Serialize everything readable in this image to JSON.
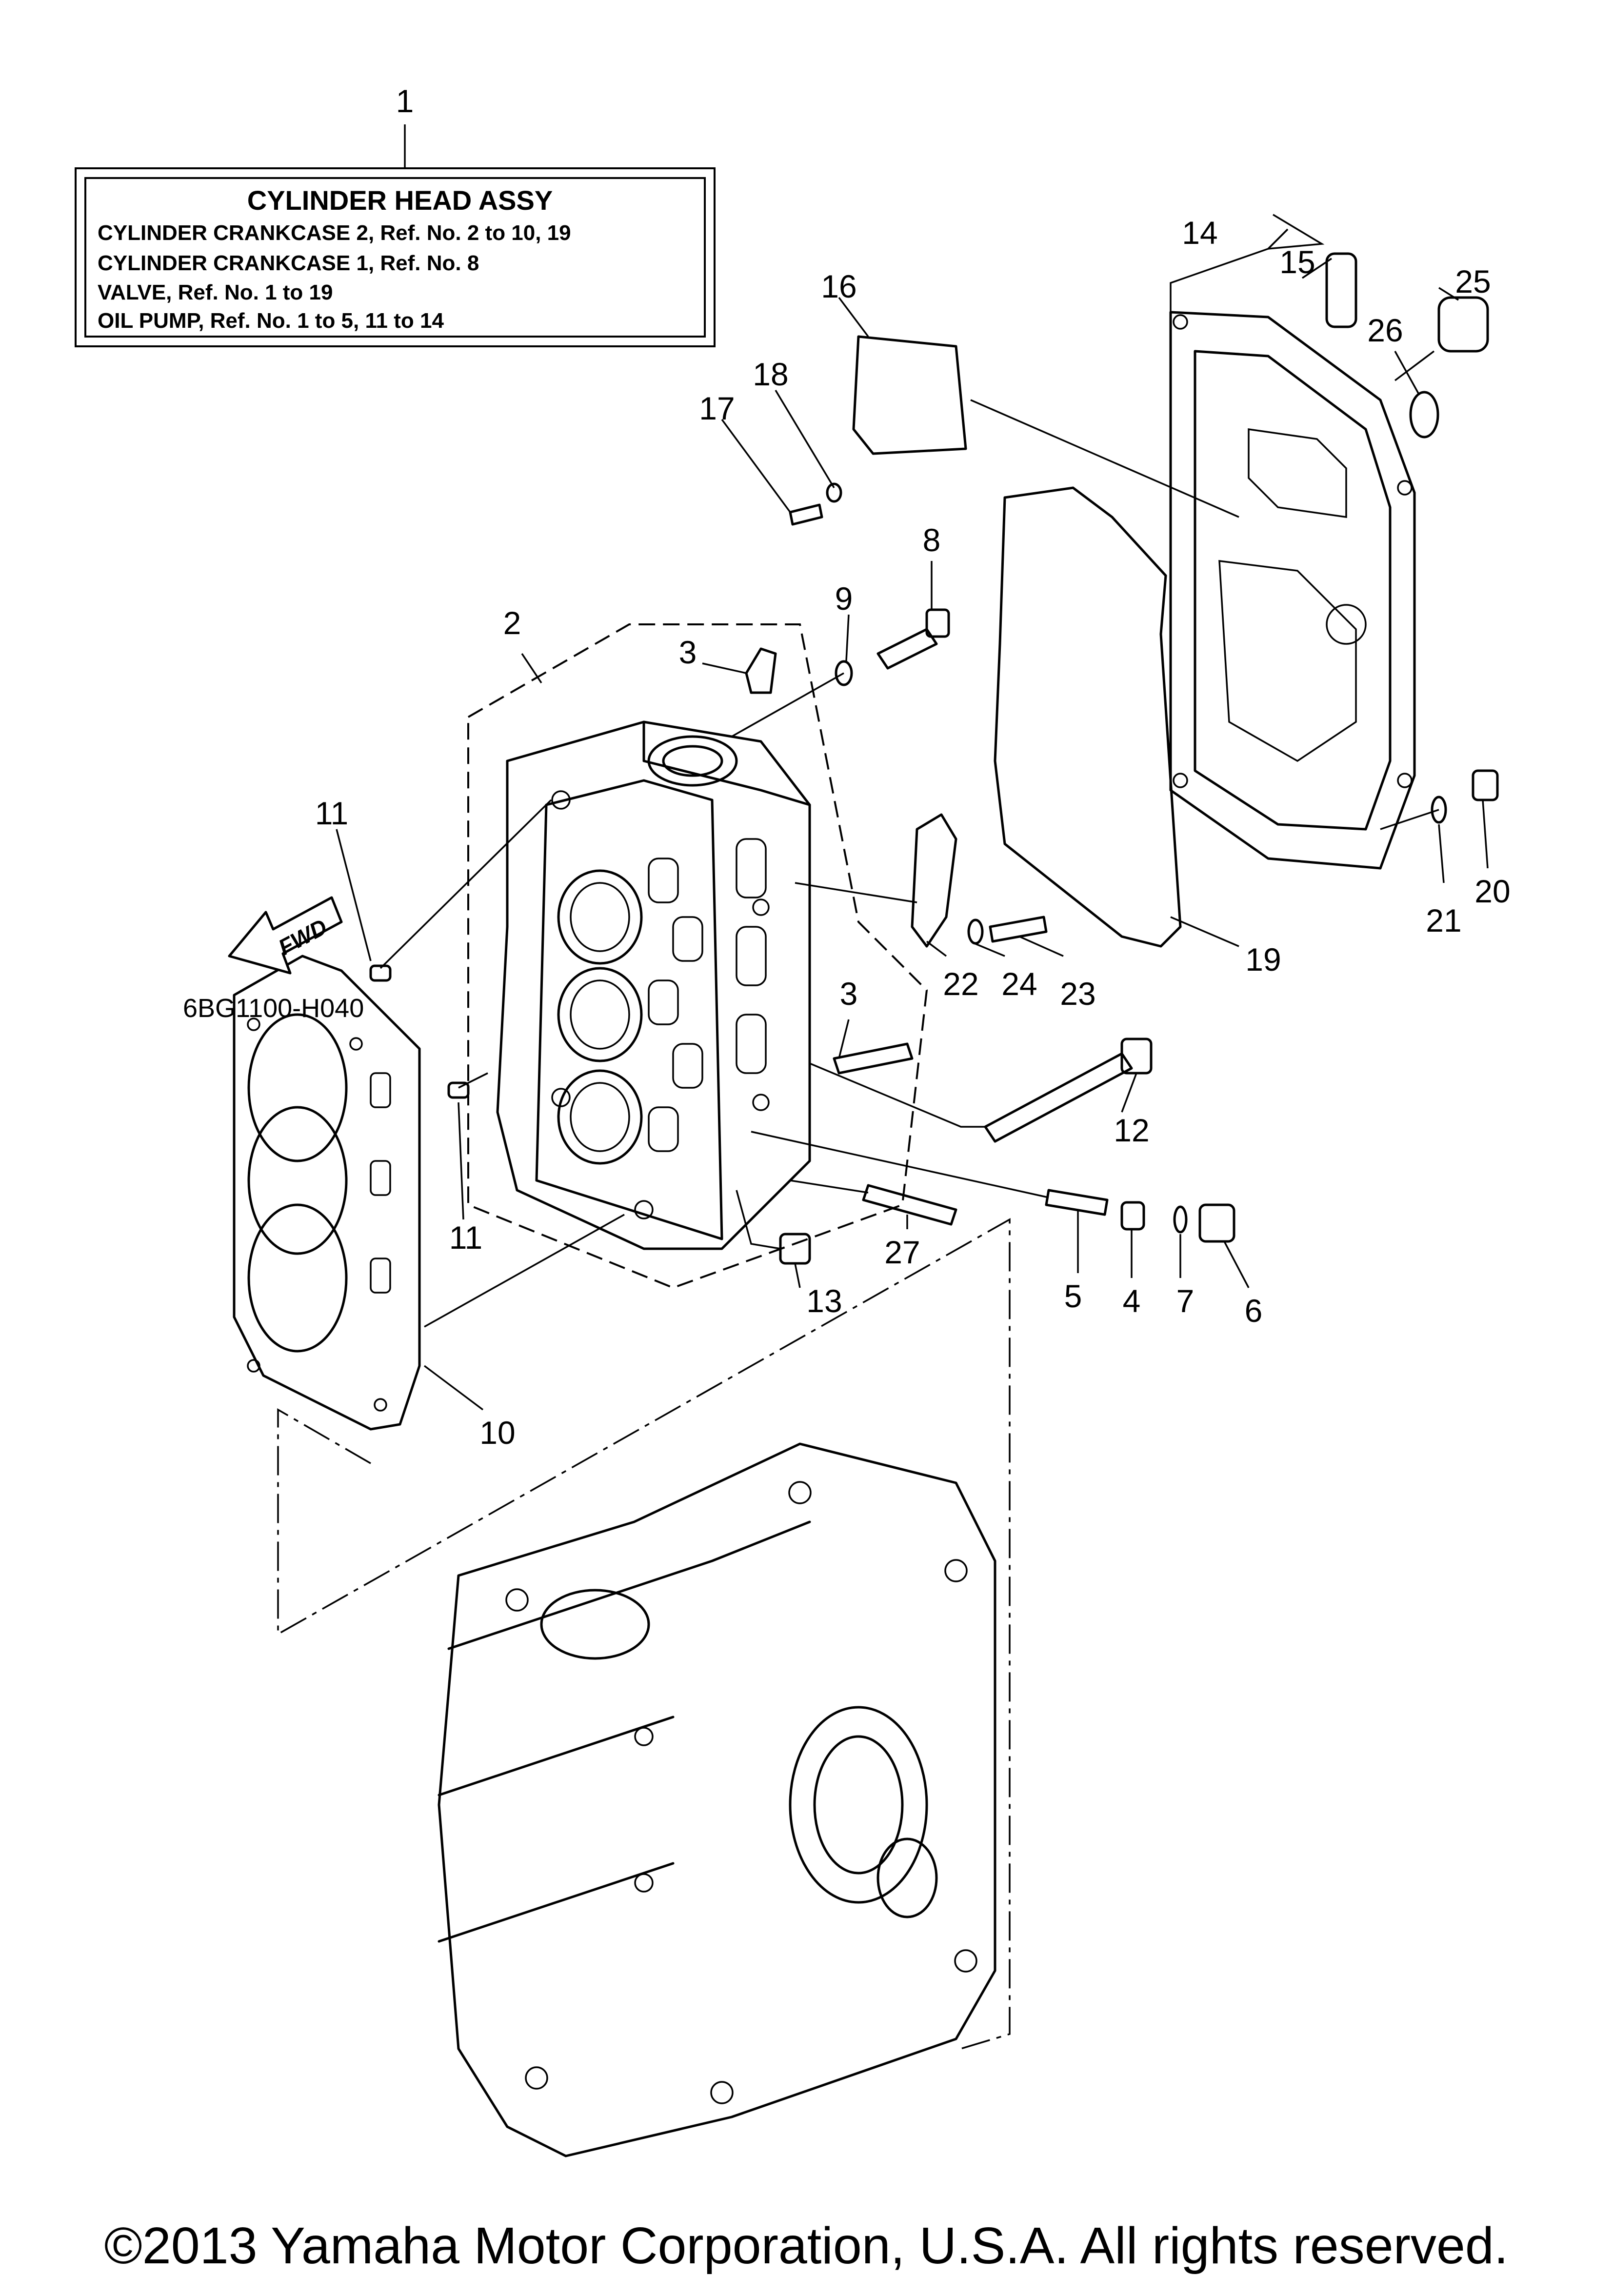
{
  "legend": {
    "number": "1",
    "title": "CYLINDER HEAD ASSY",
    "lines": [
      "CYLINDER CRANKCASE 2,  Ref. No. 2 to 10, 19",
      "CYLINDER CRANKCASE 1,  Ref. No. 8",
      "VALVE,  Ref. No. 1 to 19",
      "OIL PUMP,  Ref. No. 1 to 5, 11 to 14"
    ]
  },
  "callouts": {
    "n2": "2",
    "n3a": "3",
    "n3b": "3",
    "n4": "4",
    "n5": "5",
    "n6": "6",
    "n7": "7",
    "n8": "8",
    "n9": "9",
    "n10": "10",
    "n11a": "11",
    "n11b": "11",
    "n12": "12",
    "n13": "13",
    "n14": "14",
    "n15": "15",
    "n16": "16",
    "n17": "17",
    "n18": "18",
    "n19": "19",
    "n20": "20",
    "n21": "21",
    "n22": "22",
    "n23": "23",
    "n24": "24",
    "n25": "25",
    "n26": "26",
    "n27": "27"
  },
  "fwd_label": "FWD",
  "diagram_code": "6BG1100-H040",
  "copyright": "©2013 Yamaha Motor Corporation, U.S.A. All rights reserved."
}
